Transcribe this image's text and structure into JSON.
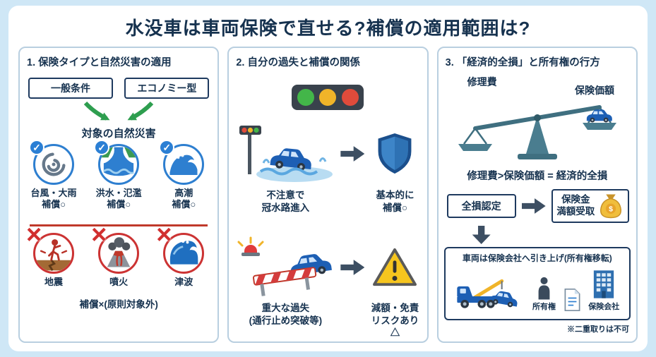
{
  "title": "水没車は車両保険で直せる?補償の適用範囲は?",
  "colors": {
    "accent_navy": "#16324f",
    "blue": "#2e7fd0",
    "green": "#2e9e4f",
    "red": "#c0392b",
    "yellow": "#f0b429"
  },
  "icons": {
    "check": "✓",
    "cross": "×"
  },
  "panel1": {
    "heading": "1. 保険タイプと自然災害の適用",
    "type_general": "一般条件",
    "type_economy": "エコノミー型",
    "target_label": "対象の自然災害",
    "covered": [
      {
        "name": "台風・大雨",
        "label": "台風・大雨\n補償○",
        "icon": "typhoon"
      },
      {
        "name": "洪水・氾濫",
        "label": "洪水・氾濫\n補償○",
        "icon": "flood"
      },
      {
        "name": "高潮",
        "label": "高潮\n補償○",
        "icon": "storm-surge"
      }
    ],
    "excluded": [
      {
        "label": "地震",
        "icon": "earthquake"
      },
      {
        "label": "噴火",
        "icon": "eruption"
      },
      {
        "label": "津波",
        "icon": "tsunami"
      }
    ],
    "excluded_note": "補償×(原則対象外)"
  },
  "panel2": {
    "heading": "2. 自分の過失と補償の関係",
    "case1": {
      "cause": "不注意で\n冠水路進入",
      "result": "基本的に\n補償○"
    },
    "case2": {
      "cause": "重大な過失\n(通行止め突破等)",
      "result": "減額・免責\nリスクあり△"
    }
  },
  "panel3": {
    "heading": "3. 「経済的全損」と所有権の行方",
    "scale_left_label": "修理費",
    "scale_right_label": "保険価額",
    "formula": "修理費>保険価額 = 経済的全損",
    "step_total_loss": "全損認定",
    "step_payout": "保険金\n満額受取",
    "transfer_title": "車両は保険会社へ引き上げ(所有権移転)",
    "ownership_label": "所有権",
    "insurer_label": "保険会社",
    "footnote": "※二重取りは不可"
  }
}
